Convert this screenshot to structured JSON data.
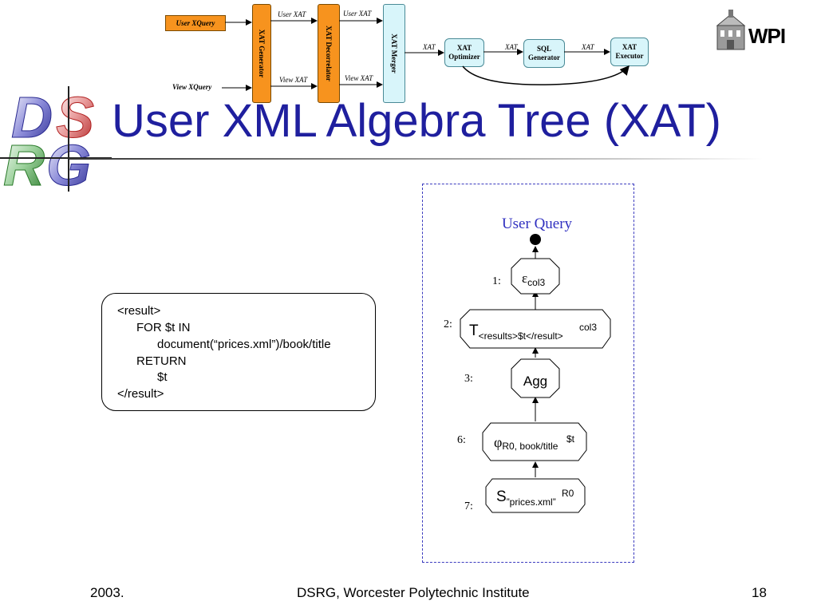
{
  "title": "User XML Algebra Tree (XAT)",
  "logo": {
    "letters": [
      "D",
      "S",
      "R",
      "G"
    ],
    "wpi": "WPI"
  },
  "pipeline": {
    "user_xquery": "User XQuery",
    "view_xquery": "View  XQuery",
    "xat_generator": "XAT Generator",
    "xat_decorrelator": "XAT Decorrelator",
    "xat_merger": "XAT Merger",
    "user_xat_1": "User XAT",
    "user_xat_2": "User XAT",
    "view_xat_1": "View XAT",
    "view_xat_2": "View XAT",
    "xat_1": "XAT",
    "xat_2": "XAT",
    "xat_3": "XAT",
    "optimizer": [
      "XAT",
      "Optimizer"
    ],
    "sql_generator": [
      "SQL",
      "Generator"
    ],
    "executor": [
      "XAT",
      "Executor"
    ]
  },
  "query_code": [
    "<result>",
    "FOR $t IN",
    "document(“prices.xml”)/book/title",
    "RETURN",
    "$t",
    "</result>"
  ],
  "tree": {
    "heading": "User Query",
    "nodes": [
      {
        "num": "1:",
        "main": "ε",
        "sub": "col3",
        "sup": ""
      },
      {
        "num": "2:",
        "main": "T",
        "sub": "<results>$t</result>",
        "sup": "col3"
      },
      {
        "num": "3:",
        "main": "Agg",
        "sub": "",
        "sup": ""
      },
      {
        "num": "6:",
        "main": "φ",
        "sub": "R0, book/title",
        "sup": "$t"
      },
      {
        "num": "7:",
        "main": "S",
        "sub": "”prices.xml”",
        "sup": "R0"
      }
    ]
  },
  "footer": {
    "left": "2003.",
    "center": "DSRG,  Worcester Polytechnic Institute",
    "right": "18"
  },
  "colors": {
    "title": "#1f1f9e",
    "orange": "#f7931e",
    "cyan": "#d8f5fa",
    "dashed_border": "#3b3bbf",
    "heading": "#3030c0"
  }
}
